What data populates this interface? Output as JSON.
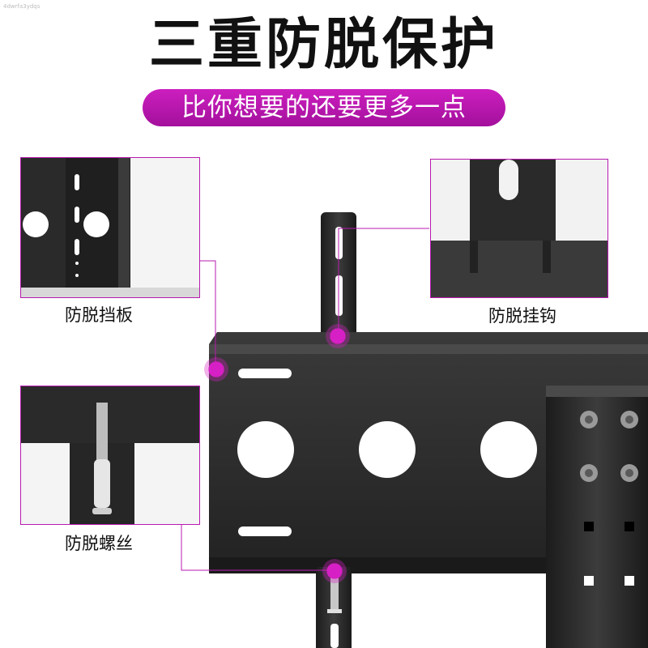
{
  "watermark": "4dwrfa3ydqs",
  "title": "三重防脱保护",
  "subtitle": "比你想要的还要更多一点",
  "callouts": {
    "baffle": "防脱挡板",
    "hook": "防脱挂钩",
    "screw": "防脱螺丝"
  },
  "colors": {
    "accent": "#b81ab0",
    "steel": "#2b2b2b"
  }
}
